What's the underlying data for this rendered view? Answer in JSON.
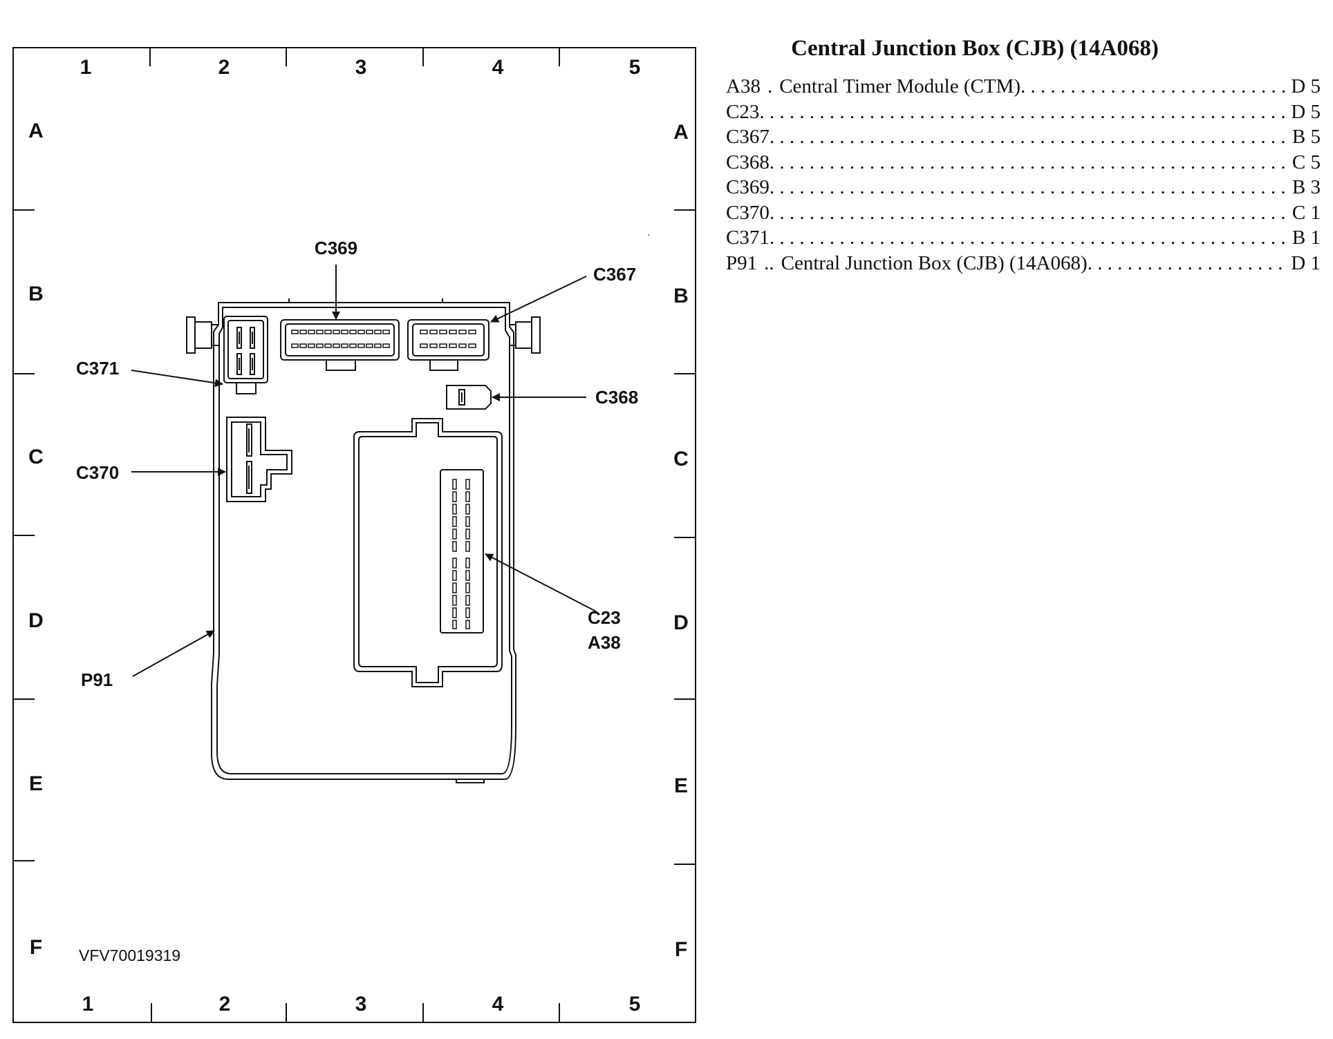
{
  "grid": {
    "columns": [
      "1",
      "2",
      "3",
      "4",
      "5"
    ],
    "rows": [
      "A",
      "B",
      "C",
      "D",
      "E",
      "F"
    ]
  },
  "callouts": {
    "c369": "C369",
    "c367": "C367",
    "c371": "C371",
    "c368": "C368",
    "c370": "C370",
    "c23": "C23",
    "a38": "A38",
    "p91": "P91"
  },
  "diagram_code": "VFV70019319",
  "legend": {
    "title": "Central Junction Box (CJB) (14A068)",
    "entries": [
      {
        "code": "A38",
        "separator": ".",
        "description": "Central Timer Module (CTM)",
        "location": "D 5"
      },
      {
        "code": "C23",
        "separator": "",
        "description": "",
        "location": "D 5"
      },
      {
        "code": "C367",
        "separator": "",
        "description": "",
        "location": "B 5"
      },
      {
        "code": "C368",
        "separator": "",
        "description": "",
        "location": "C 5"
      },
      {
        "code": "C369",
        "separator": "",
        "description": "",
        "location": "B 3"
      },
      {
        "code": "C370",
        "separator": "",
        "description": "",
        "location": "C 1"
      },
      {
        "code": "C371",
        "separator": "",
        "description": "",
        "location": "B 1"
      },
      {
        "code": "P91",
        "separator": "..",
        "description": "Central Junction Box (CJB) (14A068)",
        "location": "D 1"
      }
    ]
  }
}
